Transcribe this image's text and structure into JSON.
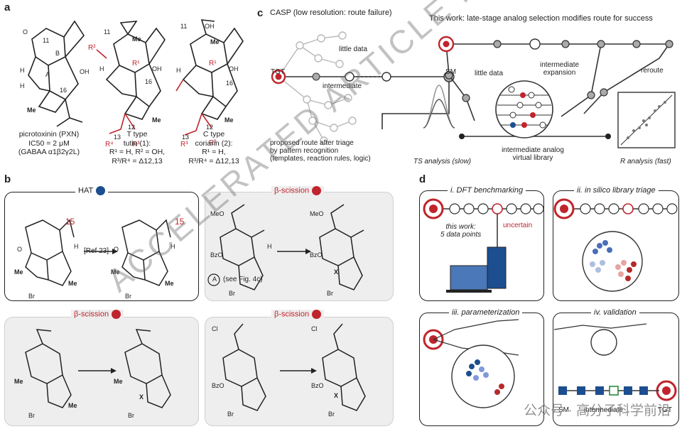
{
  "panels": {
    "a": "a",
    "b": "b",
    "c": "c",
    "d": "d"
  },
  "panel_a": {
    "pxn": {
      "line1": "picrotoxinin (PXN)",
      "line2": "IC50 = 2 μM",
      "line3": "(GABAA α1β2γ2L)"
    },
    "tutin": {
      "line1": "T type",
      "line2": "tutin (1):",
      "line3": "R¹ = H, R² = OH,",
      "line4": "R³/R⁴ = Δ12,13"
    },
    "coriarin": {
      "line1": "C type",
      "line2": "coriarin (2):",
      "line3": "R¹ = H,",
      "line4": "R³/R⁴ = Δ12,13"
    }
  },
  "panel_c": {
    "left_title": "CASP (low resolution: route failure)",
    "right_title": "This work: late-stage analog selection modifies route for success",
    "tgt": "TGT",
    "sm": "SM",
    "little_data": "little data",
    "intermediate": "intermediate",
    "proposed": "proposed route after triage\nby pattern recognition\n(templates, reaction rules, logic)",
    "little_data_2": "little data",
    "intermediate_expansion": "intermediate\nexpansion",
    "reroute": "reroute",
    "ts_analysis": "TS analysis (slow)",
    "library": "intermediate analog\nvirtual library",
    "r_analysis": "R analysis (fast)"
  },
  "panel_b": {
    "box1_title": "HAT",
    "box1_ref": "[Ref 23]",
    "box2_title": "β-scission",
    "box2_note": "(see Fig. 4c)",
    "box2_circle": "A",
    "box3_title": "β-scission",
    "box4_title": "β-scission",
    "num15": "15"
  },
  "panel_d": {
    "q1_title": "i. DFT benchmarking",
    "q1_uncertain": "uncertain",
    "q1_note": "this work:\n5 data points",
    "q2_title": "ii. in silico library triage",
    "q3_title": "iii. parameterization",
    "q4_title": "iv. validation",
    "q4_sm": "SM",
    "q4_int": "intermediate",
    "q4_tgt": "TGT"
  },
  "watermark": "ACCELERATED ARTICLE PREVIEW",
  "wechat": "公众号 · 高分子科学前沿",
  "colors": {
    "red": "#c0242c",
    "blue": "#1d4e8f",
    "grey": "#9a9a9a"
  }
}
